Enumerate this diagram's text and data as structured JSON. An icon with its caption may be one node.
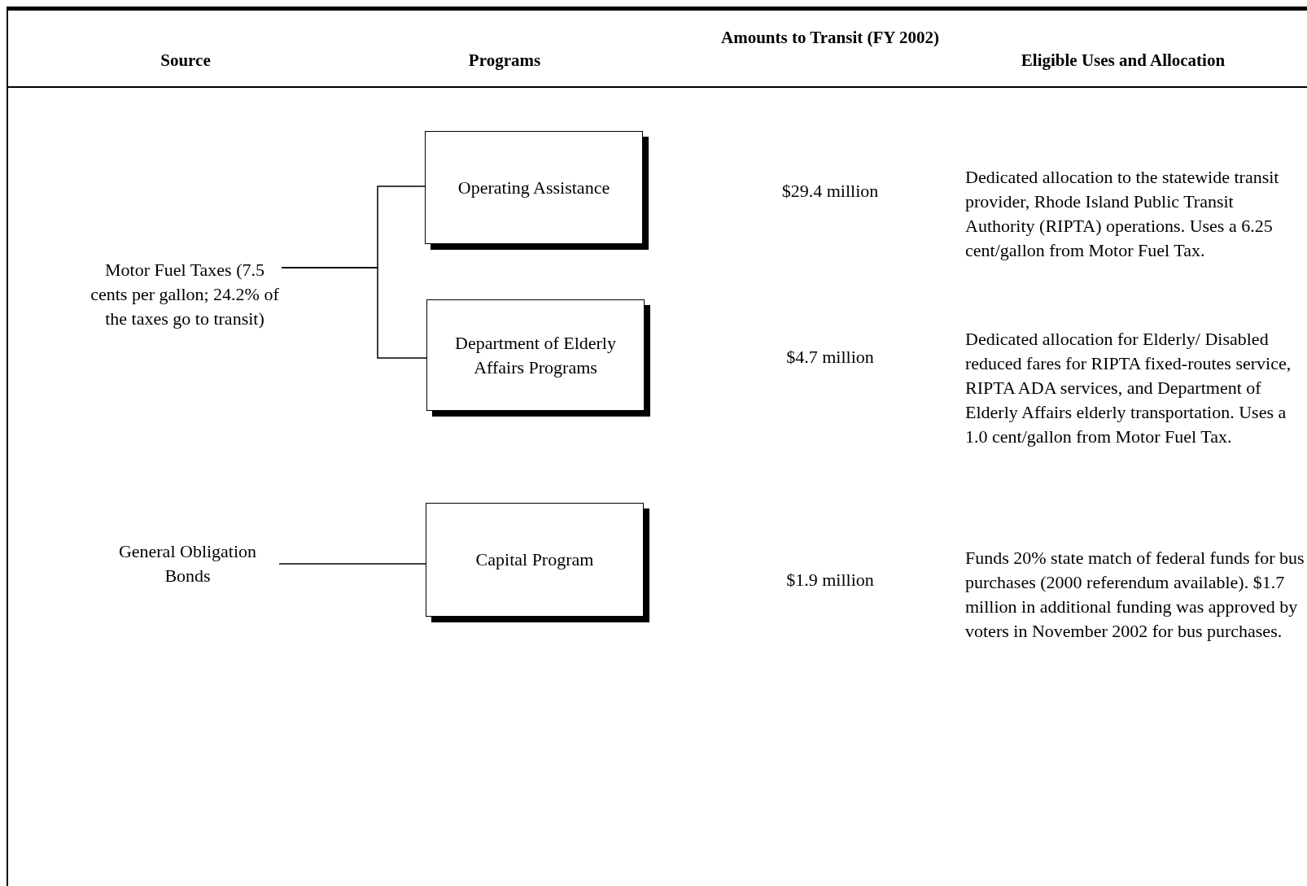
{
  "diagram": {
    "nodes": [
      {
        "text": [
          "Motor Fuel Taxes (7.5 cents per gallon; 24.2% of the taxes go to transit)"
        ]
      },
      {
        "text": [
          "Operating Assistance"
        ]
      },
      {
        "text": [
          "Department of Elderly Affairs Programs"
        ]
      },
      {
        "text": [
          "General Obligation Bonds"
        ]
      },
      {
        "text": [
          "Capital Program"
        ]
      }
    ],
    "edges": [
      {
        "from": 0,
        "to": 1,
        "arrow": "none"
      },
      {
        "from": 0,
        "to": 2,
        "arrow": "none"
      },
      {
        "from": 3,
        "to": 4,
        "arrow": "none"
      }
    ],
    "labels": [
      "Source",
      "Programs",
      "Amounts to Transit (FY 2002)",
      "Eligible Uses and Allocation",
      "$29.4 million",
      "Dedicated allocation to the statewide transit provider, Rhode Island Public Transit Authority (RIPTA) operations. Uses a 6.25 cent/gallon from Motor Fuel Tax.",
      "$4.7 million",
      "Dedicated allocation for Elderly/ Disabled reduced fares for RIPTA fixed-routes service, RIPTA ADA services, and Department of Elderly Affairs elderly transportation.  Uses a 1.0 cent/gallon from Motor Fuel Tax.",
      "$1.9 million",
      "Funds 20% state match of federal funds for bus purchases (2000 referendum available).  $1.7 million in additional funding was approved by voters in November 2002 for bus purchases."
    ]
  }
}
